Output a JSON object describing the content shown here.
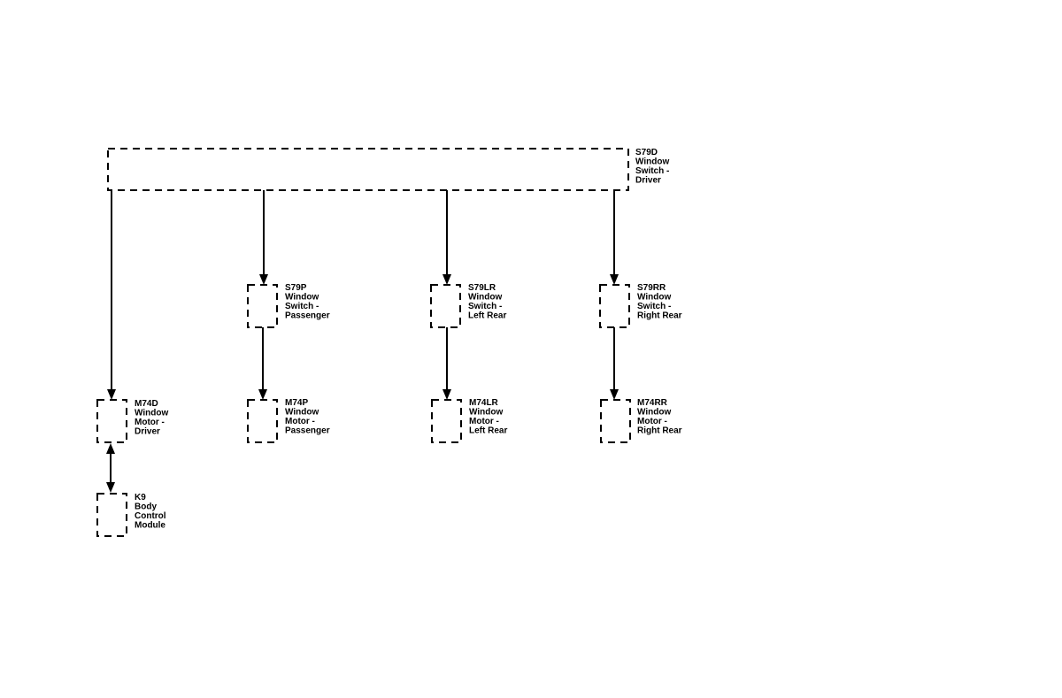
{
  "components": {
    "s79d": {
      "lines": [
        "S79D",
        "Window",
        "Switch -",
        "Driver"
      ]
    },
    "s79p": {
      "lines": [
        "S79P",
        "Window",
        "Switch -",
        "Passenger"
      ]
    },
    "s79lr": {
      "lines": [
        "S79LR",
        "Window",
        "Switch -",
        "Left Rear"
      ]
    },
    "s79rr": {
      "lines": [
        "S79RR",
        "Window",
        "Switch -",
        "Right Rear"
      ]
    },
    "m74d": {
      "lines": [
        "M74D",
        "Window",
        "Motor -",
        "Driver"
      ]
    },
    "m74p": {
      "lines": [
        "M74P",
        "Window",
        "Motor -",
        "Passenger"
      ]
    },
    "m74lr": {
      "lines": [
        "M74LR",
        "Window",
        "Motor -",
        "Left Rear"
      ]
    },
    "m74rr": {
      "lines": [
        "M74RR",
        "Window",
        "Motor -",
        "Right Rear"
      ]
    },
    "k9": {
      "lines": [
        "K9",
        "Body",
        "Control",
        "Module"
      ]
    }
  },
  "connections": [
    {
      "from": "s79d",
      "to": "m74d",
      "direction": "to"
    },
    {
      "from": "s79d",
      "to": "s79p",
      "direction": "to"
    },
    {
      "from": "s79d",
      "to": "s79lr",
      "direction": "to"
    },
    {
      "from": "s79d",
      "to": "s79rr",
      "direction": "to"
    },
    {
      "from": "s79p",
      "to": "m74p",
      "direction": "to"
    },
    {
      "from": "s79lr",
      "to": "m74lr",
      "direction": "to"
    },
    {
      "from": "s79rr",
      "to": "m74rr",
      "direction": "to"
    },
    {
      "from": "k9",
      "to": "m74d",
      "direction": "both"
    }
  ]
}
